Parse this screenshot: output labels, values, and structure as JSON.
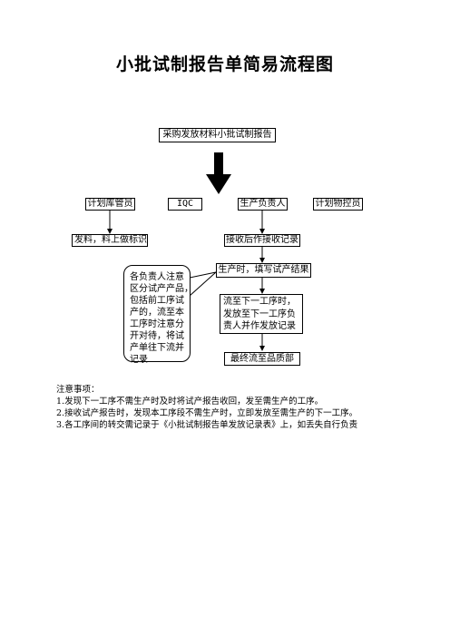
{
  "title": "小批试制报告单简易流程图",
  "start_box": "采购发放材料小批试制报告",
  "roles": {
    "warehouse": "计划库管员",
    "iqc": "IQC",
    "production_lead": "生产负责人",
    "material_control": "计划物控员"
  },
  "steps": {
    "issue_material": "发料，料上做标识",
    "receive_record": "接收后作接收记录",
    "fill_result": "生产时，填写试产结果",
    "transfer": "流至下一工序时，\n发放至下一工序负\n责人并作发放记录",
    "final": "最终流至品质部"
  },
  "callout": "各负责人注意\n区分试产产品，\n包括前工序试\n产的，流至本\n工序时注意分\n开对待，将试\n产单往下流并\n记录",
  "notes": {
    "heading": "注意事项：",
    "items": [
      "1.发现下一工序不需生产时及时将试产报告收回，发至需生产的工序。",
      "2.接收试产报告时，发现本工序段不需生产时，立即发放至需生产的下一工序。",
      "3.各工序间的转交需记录于《小批试制报告单发放记录表》上，如丢失自行负责"
    ]
  }
}
